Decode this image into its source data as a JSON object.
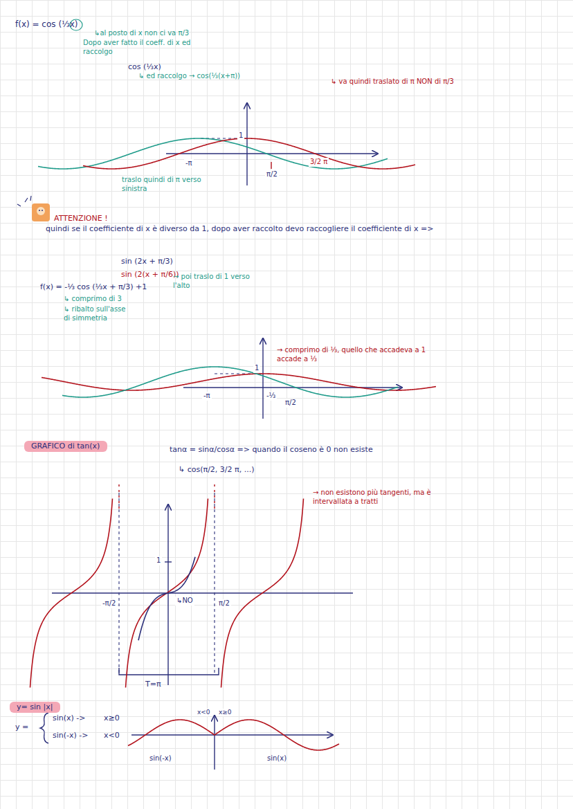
{
  "diagram": {
    "nodes": [
      {
        "text": [
          "GRAFICO di tan(x)"
        ]
      },
      {
        "text": [
          "y= sin |x|"
        ]
      }
    ],
    "labels": [
      "f(x) = cos (⅓x)",
      "↳al posto di x non ci va π/3",
      "Dopo aver fatto il coeff. di x ed raccolgo",
      "cos (⅓x)",
      "↳ ed raccolgo → cos(⅓(x+π))",
      "↳ va quindi traslato di π NON di π/3",
      "-π",
      "1",
      "π/2",
      "3/2 π",
      "traslo quindi di π verso sinistra",
      "ATTENZIONE !",
      "quindi se il coefficiente di x è diverso da 1, dopo aver raccolto devo raccogliere il coefficiente di x =>",
      "sin (2x + π/3)",
      "sin (2(x + π/6))",
      "f(x) = -⅓ cos (⅓x + π/3) +1",
      "→ poi traslo di 1 verso l'alto",
      "↳ comprimo di 3",
      "↳ ribalto sull'asse di simmetria",
      "1",
      "-π",
      "-⅓",
      "π/2",
      "→ comprimo di ⅓, quello che accadeva a 1 accade a ⅓",
      "tanα = sinα/cosα => quando il coseno è 0 non esiste",
      "↳ cos(π/2, 3/2 π, ...)",
      "→ non esistono più tangenti, ma è intervallata a tratti",
      "1",
      "-π/2",
      "↳NO",
      "π/2",
      "T=π",
      "y =",
      "sin(x) ->",
      "x≥0",
      "sin(-x) ->",
      "x<0",
      "x<0",
      "x≥0",
      "sin(-x)",
      "sin(x)"
    ]
  }
}
